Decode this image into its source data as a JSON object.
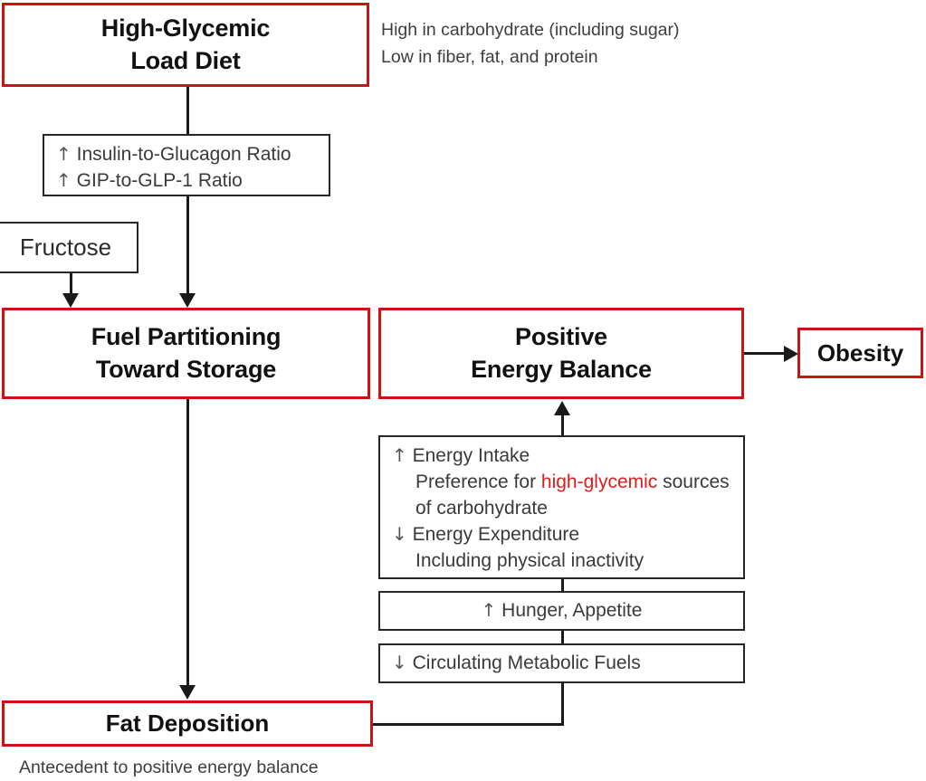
{
  "diagram": {
    "title": "High-Glycemic Load Diet pathway to Obesity",
    "colors": {
      "primary_box_border": "#cc1212",
      "secondary_box_border": "#262626",
      "highlight_text": "#e21b1b",
      "connector": "#1a1a1a",
      "background": "#ffffff"
    }
  },
  "nodes": {
    "diet": {
      "line1": "High-Glycemic",
      "line2": "Load Diet"
    },
    "diet_note": "High in carbohydrate (including sugar)\nLow in fiber, fat, and protein",
    "ratios": {
      "item1_arrow": "↑",
      "item1": "Insulin-to-Glucagon Ratio",
      "item2_arrow": "↑",
      "item2": "GIP-to-GLP-1 Ratio"
    },
    "fructose": {
      "label": "Fructose"
    },
    "fuel_partitioning": {
      "line1": "Fuel Partitioning",
      "line2": "Toward Storage"
    },
    "positive_energy_balance": {
      "line1": "Positive",
      "line2": "Energy Balance"
    },
    "obesity": {
      "label": "Obesity"
    },
    "energy": {
      "intake_arrow": "↑",
      "intake": "Energy Intake",
      "intake_sub_pre": "Preference for ",
      "intake_sub_hi": "high-glycemic",
      "intake_sub_post": " sources",
      "intake_sub_line2": "of carbohydrate",
      "expenditure_arrow": "↓",
      "expenditure": "Energy Expenditure",
      "expenditure_sub": "Including physical inactivity"
    },
    "hunger": {
      "arrow": "↑",
      "label": "Hunger, Appetite"
    },
    "fuels": {
      "arrow": "↓",
      "label": "Circulating Metabolic Fuels"
    },
    "fat_deposition": {
      "label": "Fat Deposition"
    },
    "fat_deposition_note": "Antecedent to positive energy balance"
  }
}
